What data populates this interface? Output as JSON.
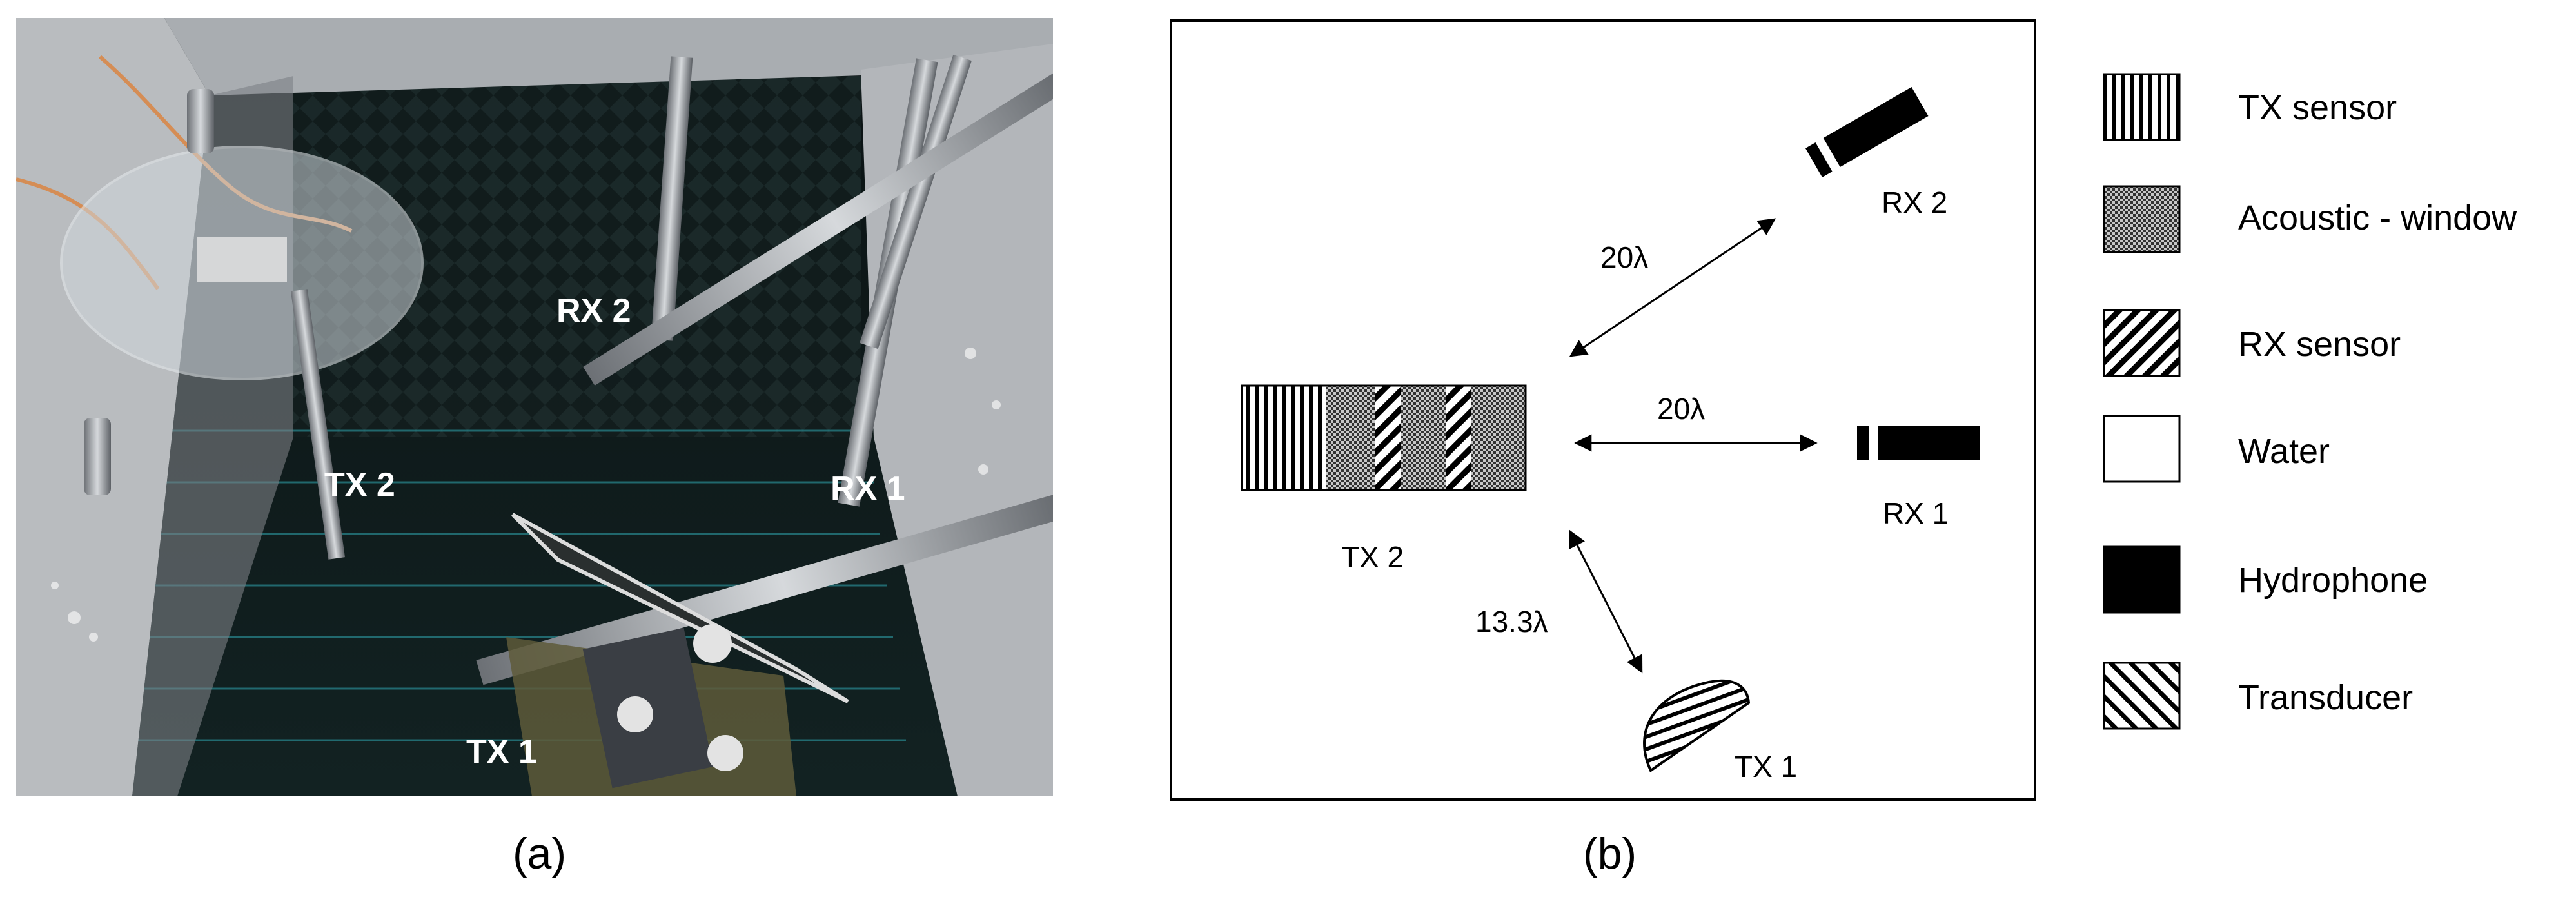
{
  "photo": {
    "labels": {
      "tx2": "TX 2",
      "rx2": "RX 2",
      "rx1": "RX 1",
      "tx1": "TX 1"
    },
    "colors": {
      "frame": "#b9bcbf",
      "water": "#0f1a1a",
      "foam": "#1b2a2a",
      "cable": "#d58d55"
    }
  },
  "diagram": {
    "labels": {
      "tx2": "TX 2",
      "rx1": "RX 1",
      "rx2": "RX 2",
      "tx1": "TX 1"
    },
    "distances": {
      "to_rx2": "20λ",
      "to_rx1": "20λ",
      "to_tx1": "13.3λ"
    }
  },
  "legend": {
    "items": [
      {
        "key": "tx-sensor",
        "label": "TX sensor",
        "pattern": "vertical-stripes"
      },
      {
        "key": "acoustic-window",
        "label": "Acoustic - window",
        "pattern": "checker"
      },
      {
        "key": "rx-sensor",
        "label": "RX sensor",
        "pattern": "diagonal-stripes"
      },
      {
        "key": "water",
        "label": "Water",
        "pattern": "blank"
      },
      {
        "key": "hydrophone",
        "label": "Hydrophone",
        "pattern": "solid"
      },
      {
        "key": "transducer",
        "label": "Transducer",
        "pattern": "back-diagonal"
      }
    ]
  },
  "captions": {
    "a": "(a)",
    "b": "(b)"
  }
}
